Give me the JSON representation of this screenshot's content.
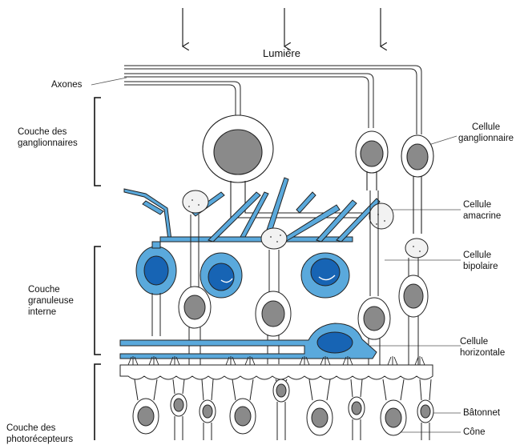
{
  "diagram": {
    "light_label": "Lumière",
    "left_labels": {
      "axons": "Axones",
      "ganglion_layer": "Couche des\nganglionnaires",
      "inner_nuclear_layer": "Couche\ngranuleuse\ninterne",
      "photoreceptor_layer": "Couche des\nphotorécepteurs"
    },
    "right_labels": {
      "ganglion_cell": "Cellule\nganglionnaire",
      "amacrine_cell": "Cellule\namacrine",
      "bipolar_cell": "Cellule\nbipolaire",
      "horizontal_cell": "Cellule\nhorizontale",
      "rod": "Bâtonnet",
      "cone": "Cône"
    },
    "colors": {
      "outline": "#222222",
      "nucleus": "#8a8a8a",
      "blue_cell": "#5aa9dc",
      "blue_nucleus": "#1764b4",
      "background": "#ffffff"
    }
  }
}
